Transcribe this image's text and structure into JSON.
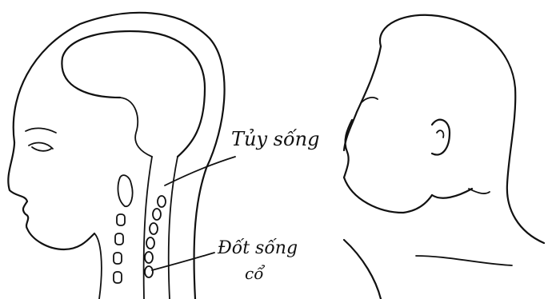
{
  "labels": {
    "spinal_cord": "Tủy sống",
    "cervical_vertebra_line1": "Đốt sống",
    "cervical_vertebra_line2": "cổ"
  },
  "colors": {
    "ink": "#111111",
    "paper": "#ffffff"
  }
}
